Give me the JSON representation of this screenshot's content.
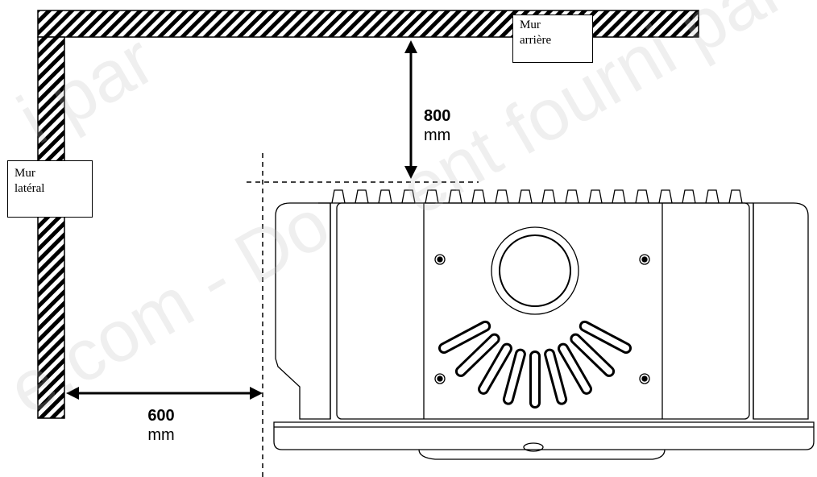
{
  "walls": {
    "back_wall_label": "Mur arrière",
    "back_wall_label_line1": "Mur",
    "back_wall_label_line2": "arrière",
    "side_wall_label_line1": "Mur",
    "side_wall_label_line2": "latéral"
  },
  "dimensions": {
    "rear_clearance_value": "800",
    "rear_clearance_unit": "mm",
    "side_clearance_value": "600",
    "side_clearance_unit": "mm"
  },
  "watermark": {
    "text_1": "i par",
    "text_2": "ent fourni par",
    "text_3": "e.com - Do"
  },
  "colors": {
    "ink": "#000000",
    "background": "#ffffff"
  }
}
